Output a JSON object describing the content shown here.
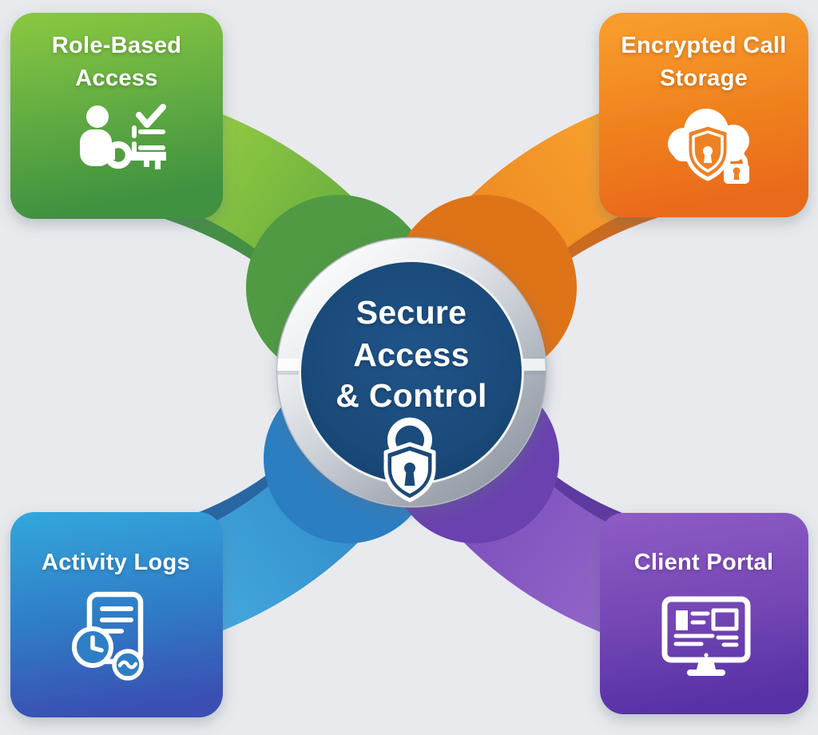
{
  "background": {
    "color": "#e8eaed"
  },
  "center": {
    "lines": [
      "Secure",
      "Access",
      "& Control"
    ],
    "icon": "shield-lock-icon",
    "colors": {
      "disc": "#1b4a78",
      "ring_light": "#ffffff",
      "ring_dark": "#8b939e"
    }
  },
  "cards": [
    {
      "id": "role-based-access",
      "title_lines": [
        "Role-Based",
        "Access"
      ],
      "icon": "user-key-checklist-icon",
      "colors": {
        "top": "#84c441",
        "bottom": "#41923f",
        "band_light": "#93ca43",
        "band_dark": "#4f9a42",
        "blob": "#4f9a42",
        "shadow": "#3c8a3c"
      }
    },
    {
      "id": "encrypted-call-storage",
      "title_lines": [
        "Encrypted Call",
        "Storage"
      ],
      "icon": "cloud-shield-lock-icon",
      "colors": {
        "top": "#f79b2b",
        "bottom": "#eb6c1c",
        "band_light": "#f7a12e",
        "band_dark": "#ea7c1e",
        "blob": "#df7318",
        "shadow": "#c96414",
        "icon_accent": "#ef8125"
      }
    },
    {
      "id": "activity-logs",
      "title_lines": [
        "Activity Logs"
      ],
      "icon": "document-clock-icon",
      "colors": {
        "top": "#2d9fd8",
        "bottom": "#3950b4",
        "band_light": "#45a8dc",
        "band_dark": "#2b7cbf",
        "blob": "#2b7ec2",
        "shadow": "#1d5f9e",
        "icon_bg": "#2f7ec5"
      }
    },
    {
      "id": "client-portal",
      "title_lines": [
        "Client Portal"
      ],
      "icon": "monitor-dashboard-icon",
      "colors": {
        "top": "#8a58c2",
        "bottom": "#5833a8",
        "band_light": "#9166c9",
        "band_dark": "#6f44b4",
        "blob": "#6a41ae",
        "shadow": "#55309c"
      }
    }
  ]
}
